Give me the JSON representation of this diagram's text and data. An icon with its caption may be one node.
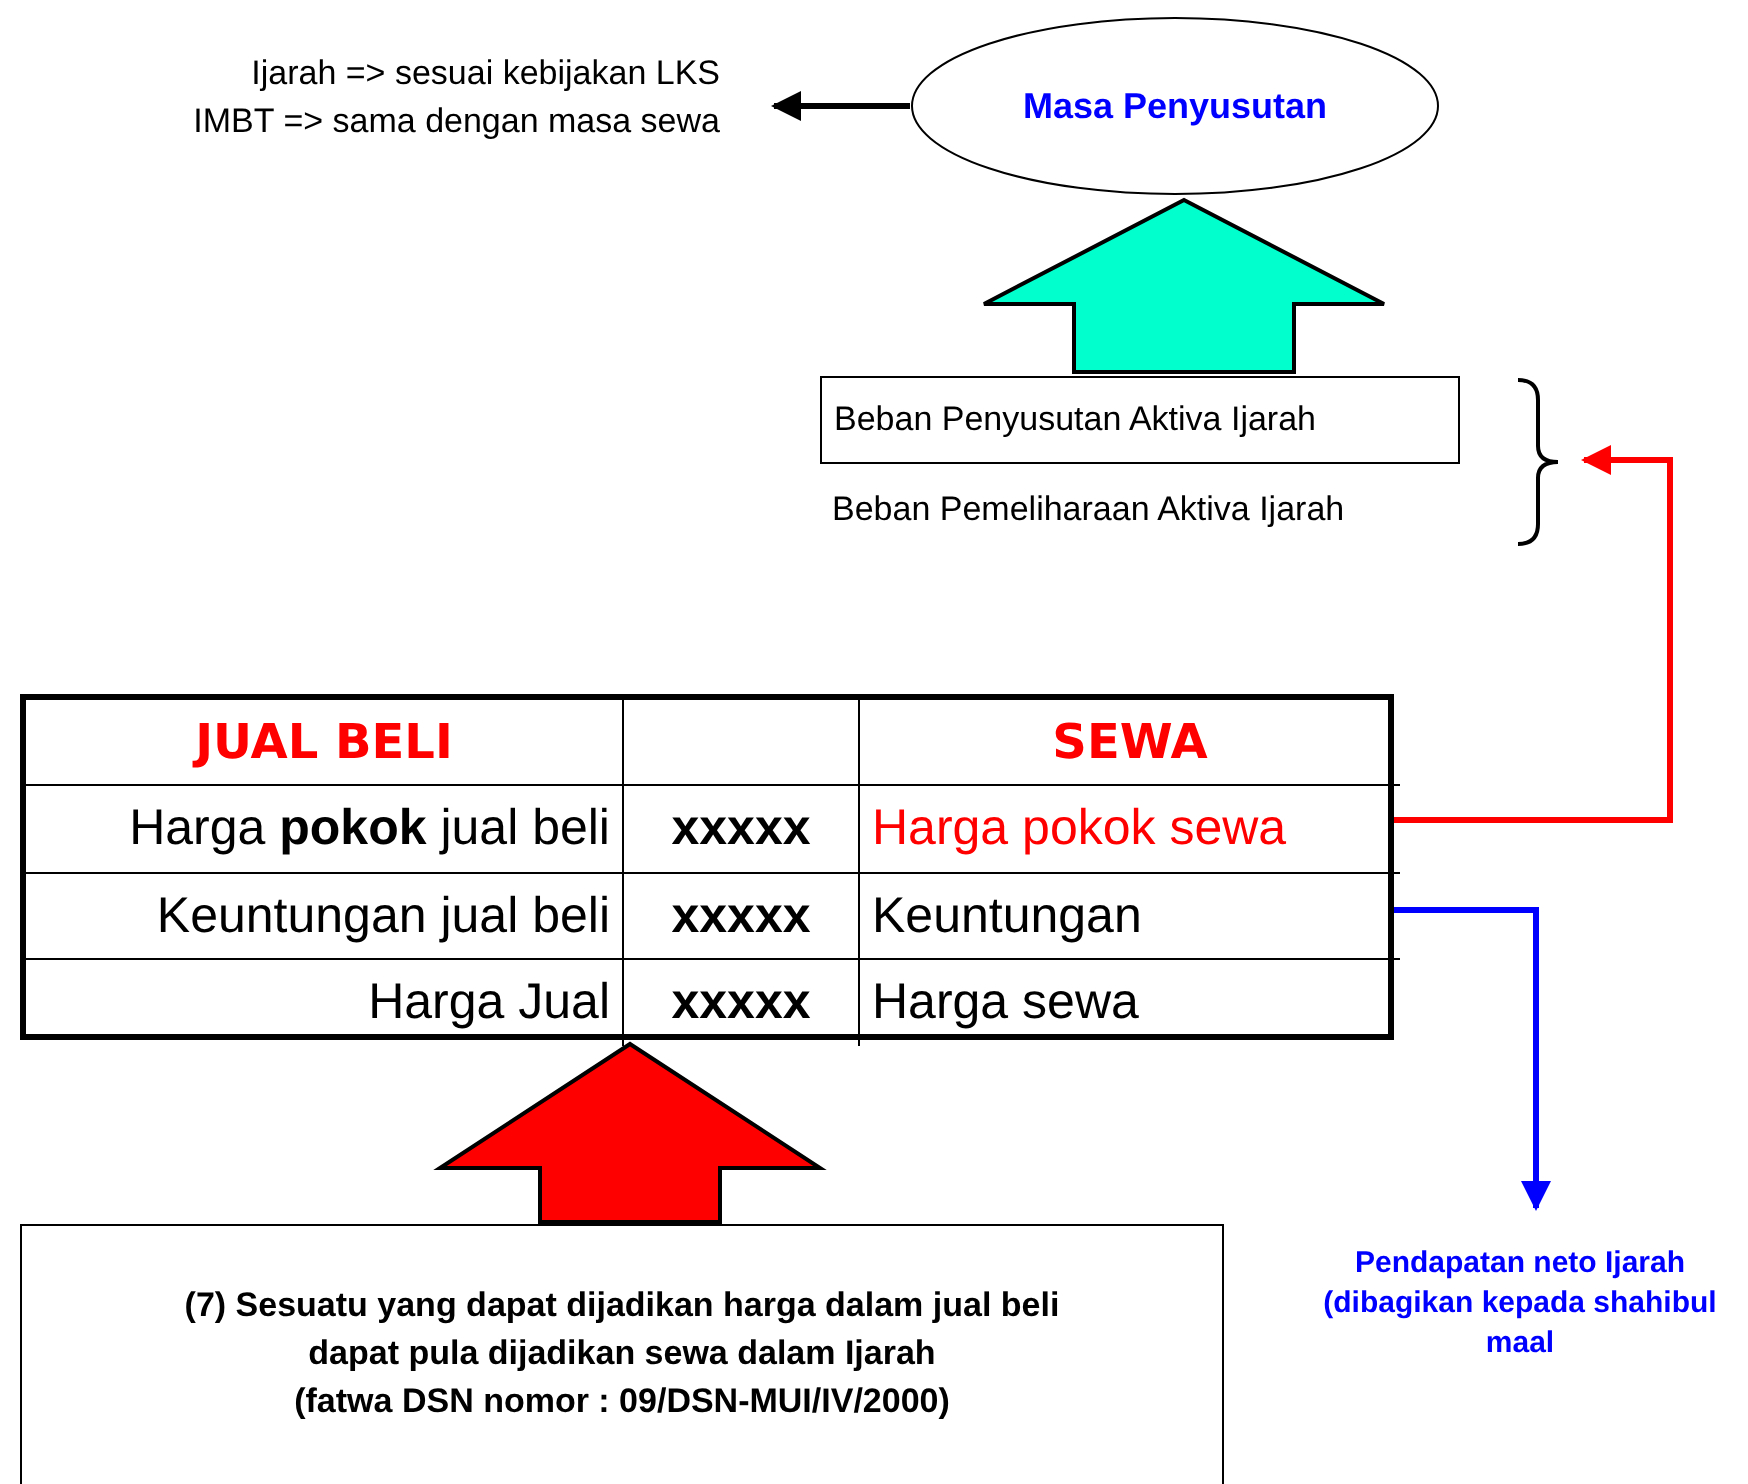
{
  "diagram": {
    "nodes": [
      {
        "text": [
          "Ijarah => sesuai kebijakan LKS IMBT => sama dengan masa sewa"
        ]
      },
      {
        "text": [
          "Masa Penyusutan"
        ]
      },
      {
        "text": [
          "Beban Penyusutan Aktiva Ijarah"
        ]
      },
      {
        "text": [
          "Beban Pemeliharaan Aktiva Ijarah"
        ]
      },
      {
        "text": [],
        "shape": "brace"
      },
      {
        "text": [],
        "shape": "table"
      },
      {
        "text": [
          "JUAL BELI"
        ],
        "in": 5
      },
      {
        "text": [
          "SEWA"
        ],
        "in": 5
      },
      {
        "text": [
          "Harga **pokok** jual beli"
        ],
        "in": 5
      },
      {
        "text": [
          "xxxxx"
        ],
        "in": 5
      },
      {
        "text": [
          "Harga pokok sewa"
        ],
        "in": 5
      },
      {
        "text": [
          "Keuntungan jual beli"
        ],
        "in": 5
      },
      {
        "text": [
          "xxxxx"
        ],
        "in": 5
      },
      {
        "text": [
          "Keuntungan"
        ],
        "in": 5
      },
      {
        "text": [
          "Harga Jual"
        ],
        "in": 5
      },
      {
        "text": [
          "xxxxx"
        ],
        "in": 5
      },
      {
        "text": [
          "Harga sewa"
        ],
        "in": 5
      },
      {
        "text": [
          "Pendapatan neto Ijarah (dibagikan kepada shahibul maal"
        ]
      },
      {
        "text": [
          "(7) Sesuatu yang dapat dijadikan harga dalam jual beli dapat pula dijadikan sewa dalam Ijarah",
          "(fatwa DSN nomor : 09/DSN-MUI/IV/2000)"
        ]
      }
    ],
    "edges": [
      {
        "from": 1,
        "to": 0,
        "arrow": "to"
      },
      {
        "from": 2,
        "to": 1,
        "arrow": "to",
        "style": "thick",
        "color": "#00ffcc"
      },
      {
        "from": 10,
        "to": 4,
        "arrow": "to",
        "color": "#ff0000"
      },
      {
        "from": 13,
        "to": 17,
        "arrow": "to",
        "color": "#0000ff"
      },
      {
        "from": 18,
        "to": 5,
        "arrow": "to",
        "style": "thick",
        "color": "#ff0000"
      }
    ]
  }
}
